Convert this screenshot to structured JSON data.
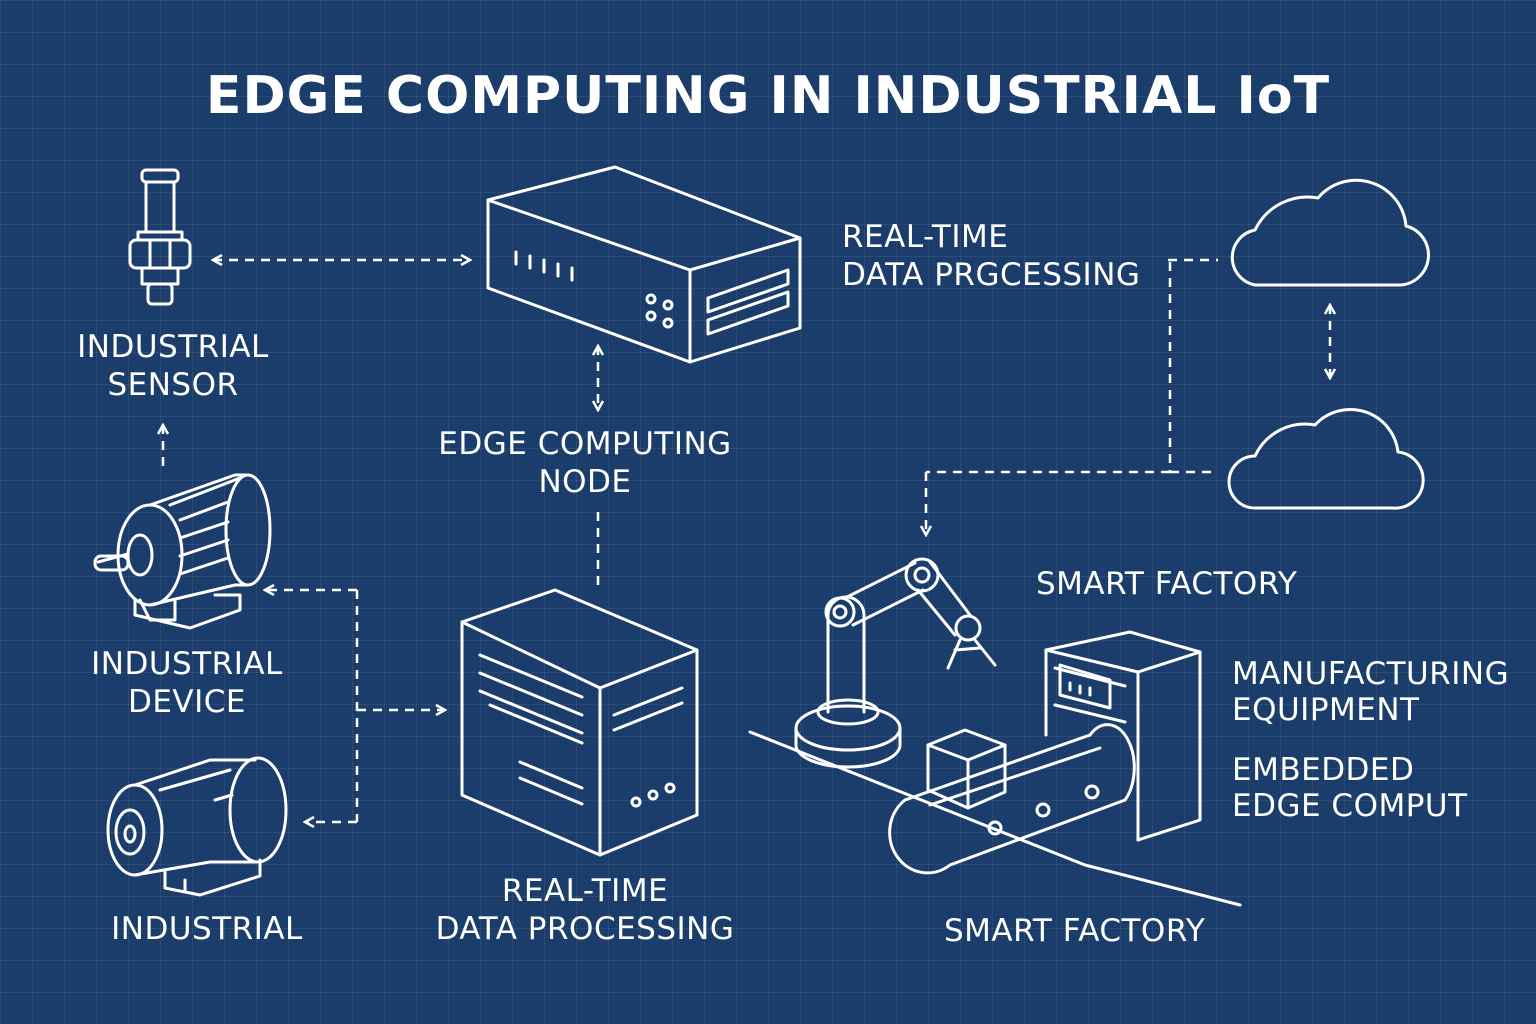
{
  "title": "EDGE COMPUTING IN INDUSTRIAL IoT",
  "colors": {
    "background": "#1b3d6b",
    "line": "#ffffff",
    "grid": "rgba(255,255,255,0.07)"
  },
  "labels": {
    "industrial_sensor": [
      "INDUSTRIAL",
      "SENSOR"
    ],
    "industrial_device": [
      "INDUSTRIAL",
      "DEVICE"
    ],
    "industrial": "INDUSTRIAL",
    "edge_computing_node": [
      "EDGE COMPUTING",
      "NODE"
    ],
    "realtime_top": [
      "REAL-TIME",
      "DATA PRGCESSING"
    ],
    "realtime_bottom": [
      "REAL-TIME",
      "DATA PROCESSING"
    ],
    "smart_factory_top": "SMART FACTORY",
    "smart_factory_bottom": "SMART FACTORY",
    "manufacturing_equipment": [
      "MANUFACTURING",
      "EQUIPMENT"
    ],
    "embedded_edge": [
      "EMBEDDED",
      "EDGE COMPUT"
    ]
  },
  "icons": [
    "sensor-icon",
    "motor-icon",
    "edge-node-icon",
    "server-icon",
    "cloud-icon",
    "robot-arm-icon",
    "conveyor-icon",
    "machine-cabinet-icon"
  ]
}
